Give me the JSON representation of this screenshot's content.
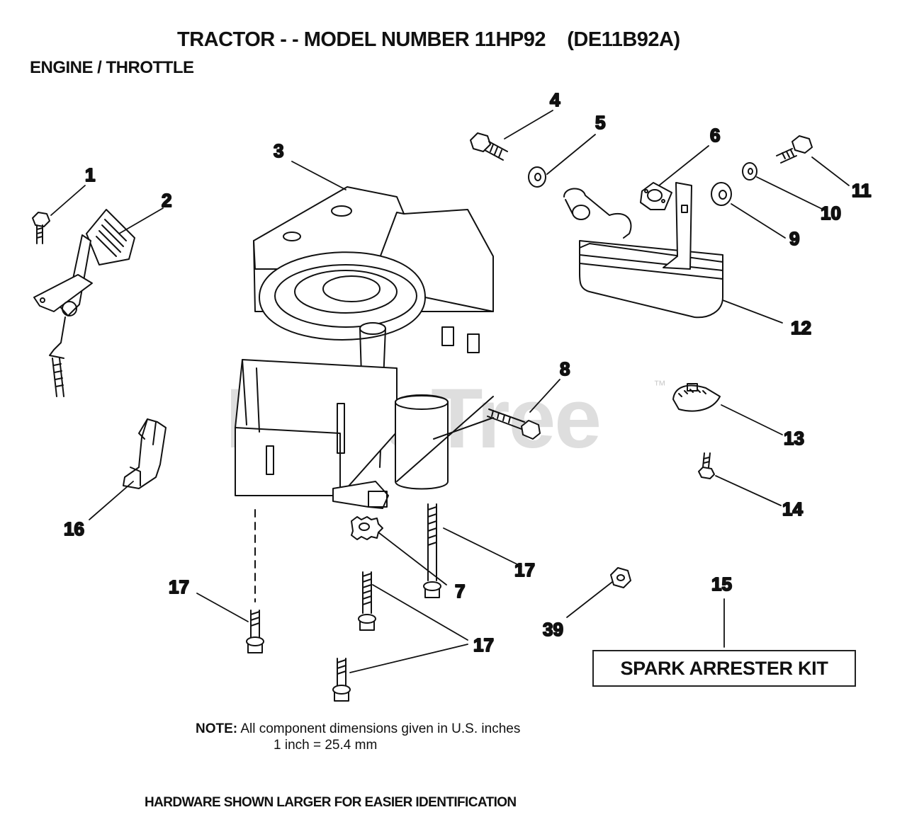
{
  "header": {
    "title": "TRACTOR - - MODEL NUMBER 11HP92    (DE11B92A)",
    "subtitle": "ENGINE / THROTTLE"
  },
  "callouts": [
    "1",
    "2",
    "3",
    "4",
    "5",
    "6",
    "7",
    "8",
    "9",
    "10",
    "11",
    "12",
    "13",
    "14",
    "15",
    "16",
    "17",
    "17",
    "17",
    "17",
    "39"
  ],
  "kit_box": {
    "label": "SPARK ARRESTER KIT"
  },
  "note": {
    "label": "NOTE:",
    "line1": "All component dimensions given in U.S. inches",
    "line2": "1 inch = 25.4 mm"
  },
  "footer": "HARDWARE SHOWN LARGER FOR EASIER IDENTIFICATION",
  "watermark": {
    "text": "PartsTree",
    "tm": "™"
  },
  "colors": {
    "ink": "#111111",
    "watermark": "#d9d9d9"
  }
}
